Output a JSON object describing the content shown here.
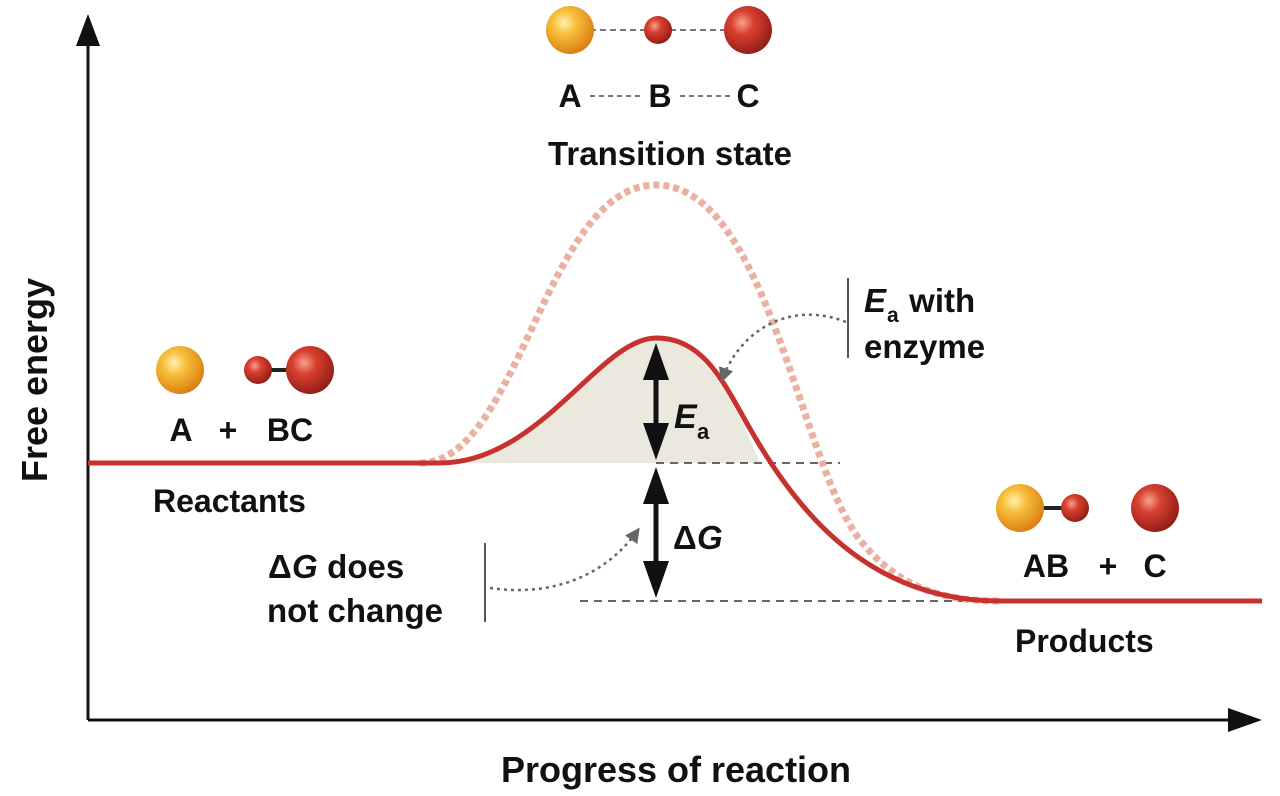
{
  "axes": {
    "y_label": "Free energy",
    "x_label": "Progress of reaction"
  },
  "transition_state": {
    "atom_a": "A",
    "atom_b": "B",
    "atom_c": "C",
    "title": "Transition state"
  },
  "reactants": {
    "species_a": "A",
    "plus": "+",
    "species_bc": "BC",
    "label": "Reactants"
  },
  "products": {
    "species_ab": "AB",
    "plus": "+",
    "species_c": "C",
    "label": "Products"
  },
  "activation_energy": {
    "symbol": "E",
    "subscript": "a"
  },
  "ea_with_enzyme": {
    "symbol": "E",
    "subscript": "a",
    "line1_rest": " with",
    "line2": "enzyme"
  },
  "delta_g": {
    "delta": "Δ",
    "symbol": "G"
  },
  "delta_g_note": {
    "delta": "Δ",
    "symbol": "G",
    "line1_rest": " does",
    "line2": "not change"
  },
  "colors": {
    "enzyme_curve": "#c8322e",
    "uncatalyzed_curve": "#eab0a0",
    "shaded_region": "#ebe8de",
    "atom_orange": "#f0a020",
    "atom_red": "#c8322e"
  }
}
